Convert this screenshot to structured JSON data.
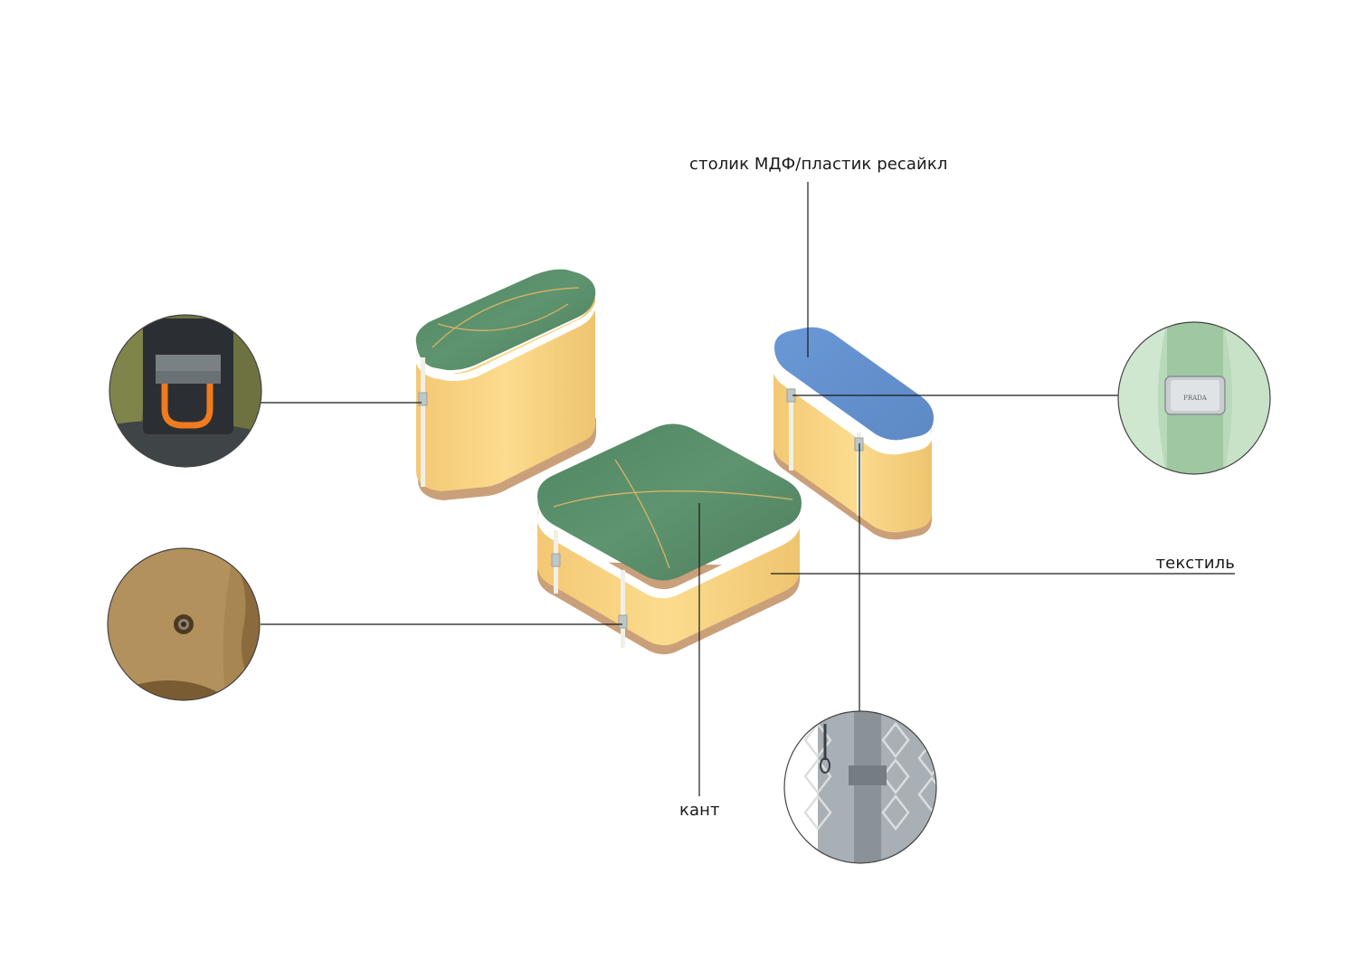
{
  "labels": {
    "table": "столик МДФ/пластик ресайкл",
    "textile": "текстиль",
    "kant": "кант"
  },
  "details": {
    "ring_loop": {
      "loop_color": "#f07a1e"
    },
    "rivet": {},
    "buckle": {
      "brand_text": "PRADA"
    },
    "strap": {}
  },
  "colors": {
    "seat_top": "#5a8c67",
    "seat_side": "#f7d27f",
    "base": "#c9a07a",
    "piping": "#ffffff",
    "table_top": "#6f9bd4",
    "leader_line": "#1a1a1a"
  }
}
